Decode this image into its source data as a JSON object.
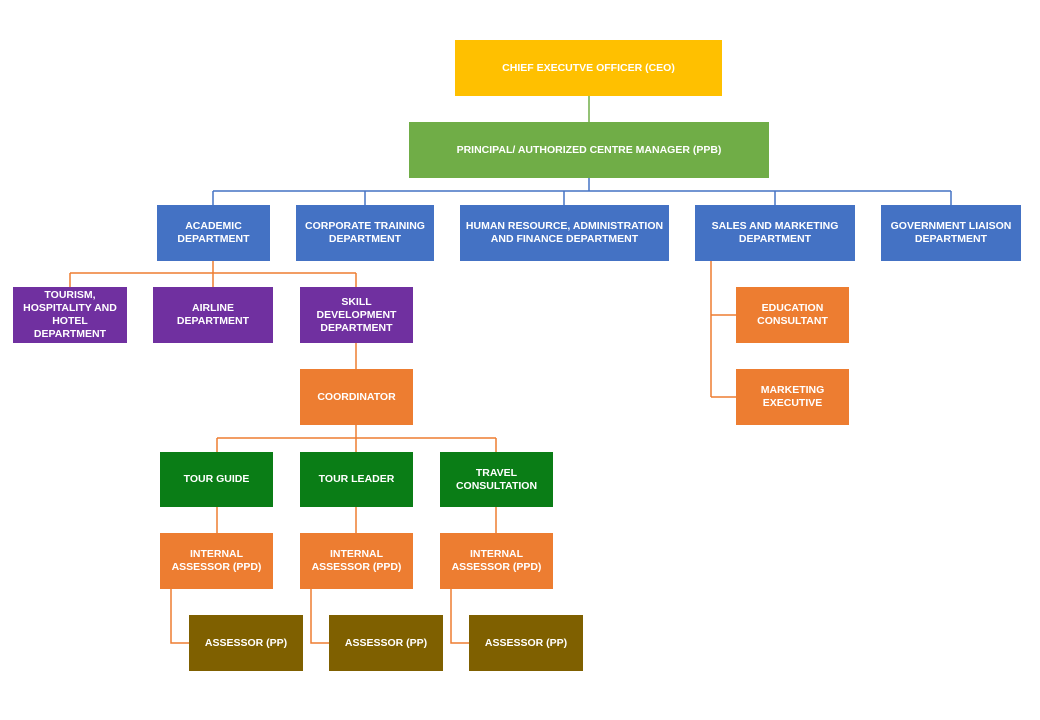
{
  "colors": {
    "ceo": "#ffc000",
    "principal": "#70ad47",
    "department": "#4472c4",
    "academic_sub": "#7030a0",
    "orange_role": "#ed7d31",
    "green_role": "#0a7d16",
    "assessor": "#7f6000",
    "blue_line": "#4472c4",
    "orange_line": "#ed7d31",
    "green_line": "#70ad47"
  },
  "ceo": "CHIEF EXECUTVE OFFICER (CEO)",
  "principal": "PRINCIPAL/ AUTHORIZED CENTRE MANAGER (PPB)",
  "departments": {
    "academic": "ACADEMIC DEPARTMENT",
    "corporate": "CORPORATE TRAINING DEPARTMENT",
    "hr": "HUMAN RESOURCE, ADMINISTRATION AND FINANCE DEPARTMENT",
    "sales": "SALES AND MARKETING DEPARTMENT",
    "government": "GOVERNMENT LIAISON DEPARTMENT"
  },
  "academic_units": {
    "tourism": "TOURISM, HOSPITALITY AND HOTEL DEPARTMENT",
    "airline": "AIRLINE DEPARTMENT",
    "skill": "SKILL DEVELOPMENT DEPARTMENT"
  },
  "coordinator": "COORDINATOR",
  "roles": {
    "tour_guide": "TOUR GUIDE",
    "tour_leader": "TOUR LEADER",
    "travel_consultation": "TRAVEL CONSULTATION"
  },
  "internal_assessor": "INTERNAL ASSESSOR (PPD)",
  "assessor": "ASSESSOR (PP)",
  "sales_roles": {
    "education": "EDUCATION CONSULTANT",
    "marketing": "MARKETING EXECUTIVE"
  }
}
